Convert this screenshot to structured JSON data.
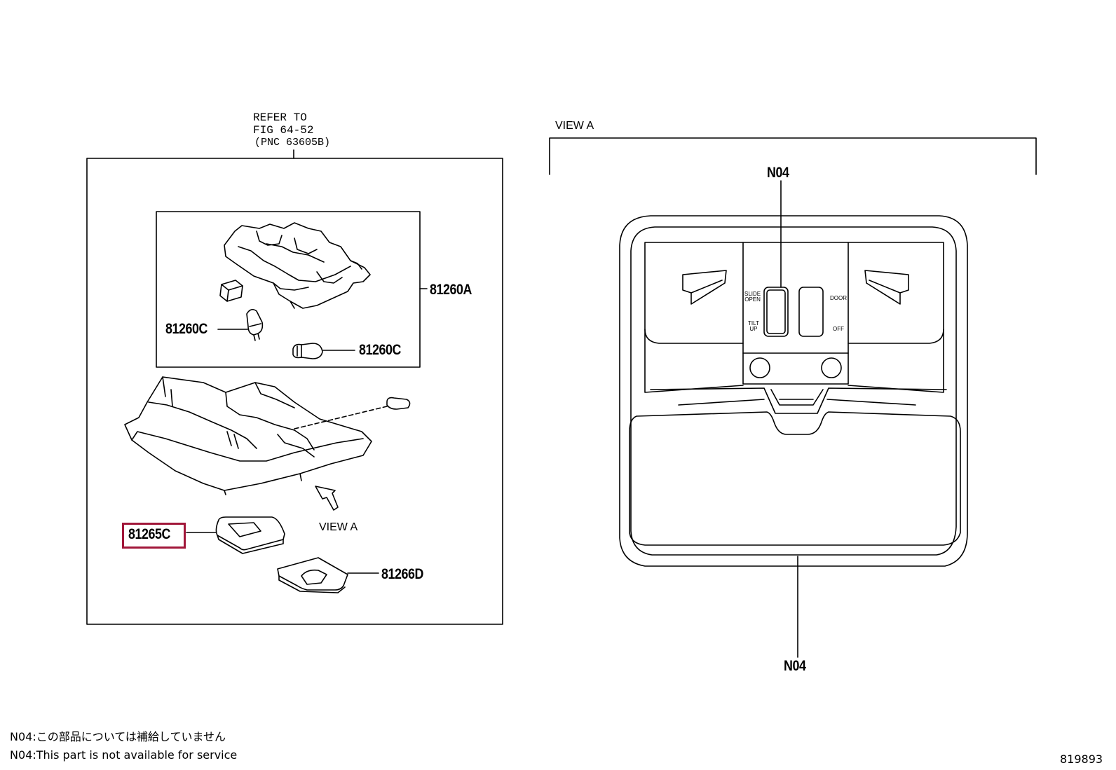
{
  "refer": {
    "line1": "REFER TO",
    "line2": "FIG 64-52",
    "line3": "(PNC 63605B)"
  },
  "parts": {
    "p81260A": "81260A",
    "p81260C_left": "81260C",
    "p81260C_right": "81260C",
    "p81265C": "81265C",
    "p81266D": "81266D",
    "highlight_color": "#a1173a"
  },
  "view_label_left": "VIEW A",
  "view_label_right": "VIEW A",
  "n04_top": "N04",
  "n04_bottom": "N04",
  "switches": {
    "slide_open_1": "SLIDE",
    "slide_open_2": "OPEN",
    "tilt_up_1": "TILT",
    "tilt_up_2": "UP",
    "door": "DOOR",
    "off": "OFF"
  },
  "notes": {
    "jp": "N04:この部品については補給していません",
    "en": "N04:This part is not available for service"
  },
  "figure_number": "819893"
}
